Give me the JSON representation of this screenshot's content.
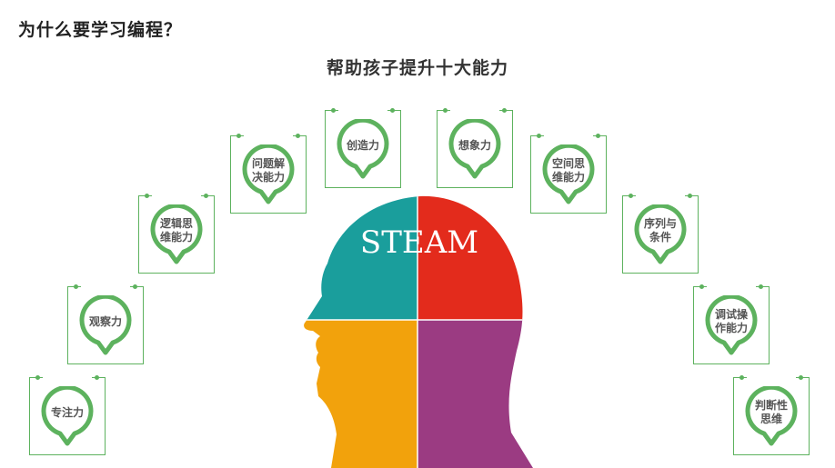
{
  "title": "为什么要学习编程？",
  "subtitle": "帮助孩子提升十大能力",
  "steam_label": "STEAM",
  "colors": {
    "card_border": "#5db25e",
    "head_top_left": "#1a9e9c",
    "head_top_right": "#e32b1c",
    "head_bottom_left": "#f2a20c",
    "head_bottom_right": "#9b3b82"
  },
  "abilities": [
    {
      "label": "专注力"
    },
    {
      "label": "观察力"
    },
    {
      "label": "逻辑思\n维能力"
    },
    {
      "label": "问题解\n决能力"
    },
    {
      "label": "创造力"
    },
    {
      "label": "想象力"
    },
    {
      "label": "空间思\n维能力"
    },
    {
      "label": "序列与\n条件"
    },
    {
      "label": "调试操\n作能力"
    },
    {
      "label": "判断性\n思维"
    }
  ]
}
